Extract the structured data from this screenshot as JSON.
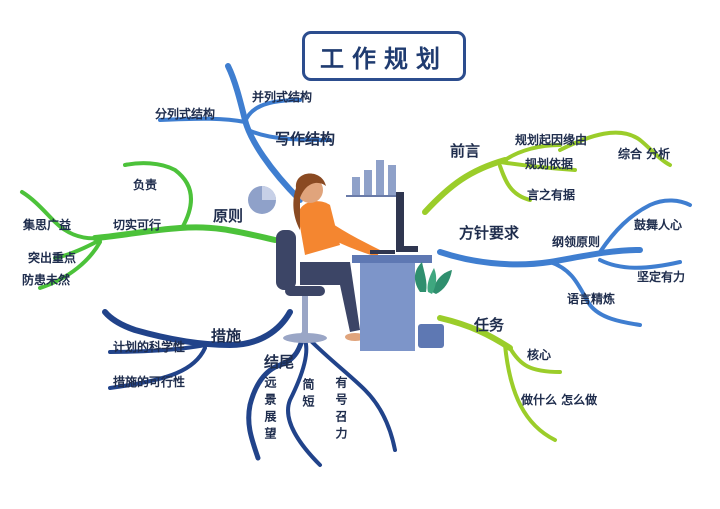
{
  "title": "工作规划",
  "branches": {
    "writing_structure": {
      "label": "写作结构",
      "children": [
        "并列式结构",
        "分列式结构"
      ]
    },
    "principles": {
      "label": "原则",
      "children": [
        "负责",
        "切实可行"
      ],
      "sub_children": [
        "集思广益",
        "突出重点",
        "防患未然"
      ]
    },
    "measures": {
      "label": "措施",
      "children": [
        "计划的科学性",
        "措施的可行性"
      ]
    },
    "ending": {
      "label": "结尾",
      "children": [
        "远景展望",
        "简短",
        "有号召力"
      ]
    },
    "preface": {
      "label": "前言",
      "children": [
        "规划起因缘由",
        "规划依据",
        "言之有据"
      ],
      "sub_children": [
        "综合 分析"
      ]
    },
    "policy": {
      "label": "方针要求",
      "children": [
        "纲领原则",
        "语言精炼"
      ],
      "sub_children": [
        "鼓舞人心",
        "坚定有力"
      ]
    },
    "task": {
      "label": "任务",
      "children": [
        "核心",
        "做什么 怎么做"
      ]
    }
  },
  "colors": {
    "title_border": "#2c4d8e",
    "blue_branch": "#3f7ed0",
    "green_branch": "#4cc23a",
    "lime_branch": "#9bcd2a",
    "navy_branch": "#21438a",
    "desk": "#7d95c9",
    "shirt": "#f48630",
    "hair": "#8a4a22",
    "pants": "#3c4566",
    "plant": "#2f8f6e"
  }
}
